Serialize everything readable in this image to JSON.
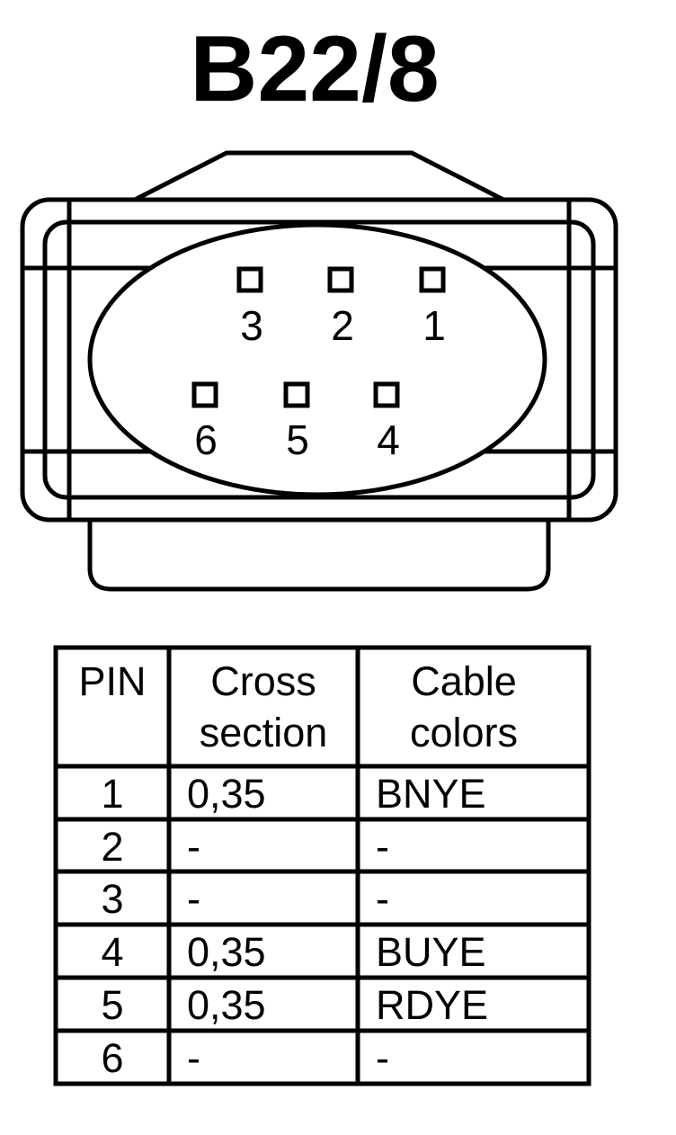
{
  "title": "B22/8",
  "pins": [
    {
      "number": "3"
    },
    {
      "number": "2"
    },
    {
      "number": "1"
    },
    {
      "number": "6"
    },
    {
      "number": "5"
    },
    {
      "number": "4"
    }
  ],
  "table": {
    "headers": [
      {
        "line1": "PIN",
        "line2": ""
      },
      {
        "line1": "Cross",
        "line2": "section"
      },
      {
        "line1": "Cable",
        "line2": "colors"
      }
    ],
    "rows": [
      {
        "pin": "1",
        "cross_section": "0,35",
        "cable_color": "BNYE"
      },
      {
        "pin": "2",
        "cross_section": "-",
        "cable_color": "-"
      },
      {
        "pin": "3",
        "cross_section": "-",
        "cable_color": "-"
      },
      {
        "pin": "4",
        "cross_section": "0,35",
        "cable_color": "BUYE"
      },
      {
        "pin": "5",
        "cross_section": "0,35",
        "cable_color": "RDYE"
      },
      {
        "pin": "6",
        "cross_section": "-",
        "cable_color": "-"
      }
    ]
  },
  "colors": {
    "line": "#000000",
    "background": "#ffffff"
  }
}
